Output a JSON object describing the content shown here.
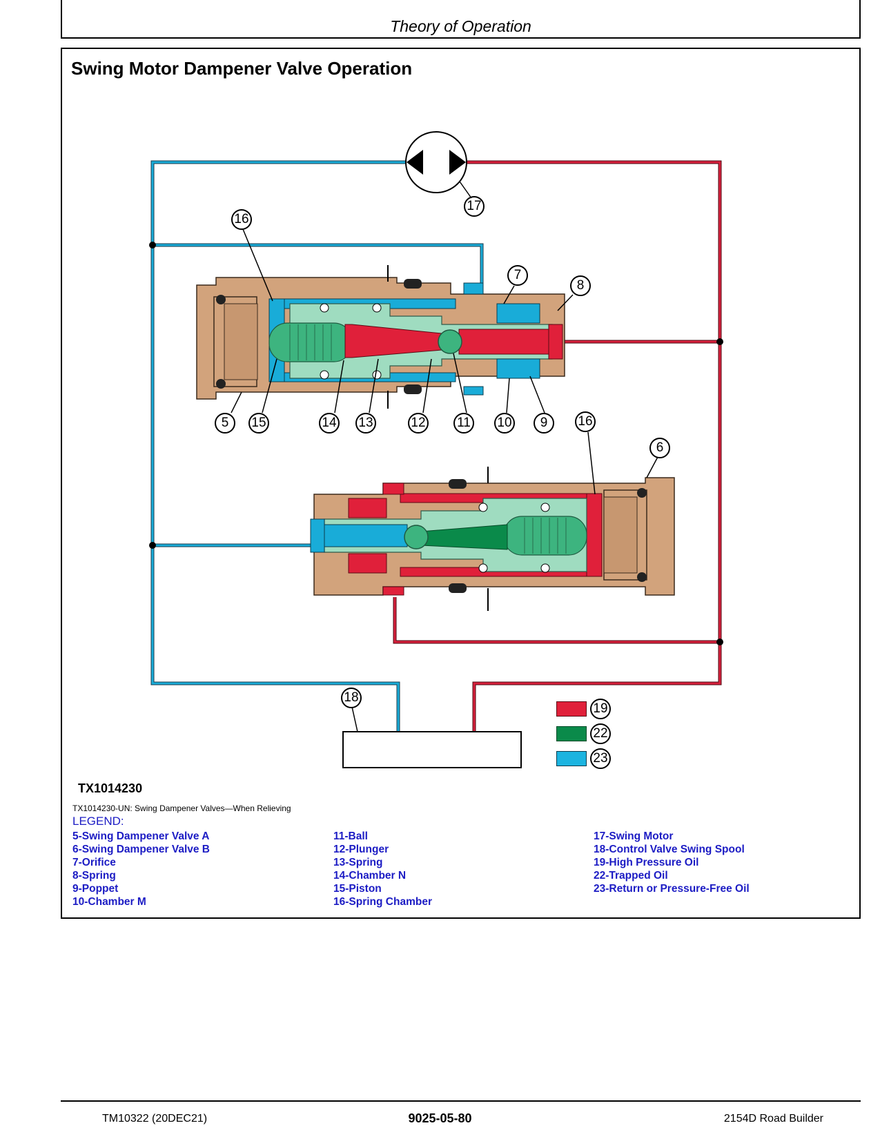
{
  "header": {
    "title": "Theory of Operation"
  },
  "section": {
    "title": "Swing Motor Dampener Valve Operation"
  },
  "diagram": {
    "callouts": [
      "16",
      "17",
      "7",
      "8",
      "5",
      "15",
      "14",
      "13",
      "12",
      "11",
      "10",
      "9",
      "16",
      "6",
      "18"
    ],
    "key": [
      {
        "number": "19",
        "color": "#e0203a"
      },
      {
        "number": "22",
        "color": "#0a8a4a"
      },
      {
        "number": "23",
        "color": "#1cb4e0"
      }
    ],
    "colors": {
      "pressure": "#d8203c",
      "trapped": "#0a8a4a",
      "return": "#19acd8",
      "body": "#d2a37c",
      "piston": "#9fdcc0"
    }
  },
  "figure": {
    "id": "TX1014230",
    "caption": "TX1014230-UN: Swing Dampener Valves—When Relieving"
  },
  "legend": {
    "heading": "LEGEND:",
    "columns": [
      [
        "5-Swing Dampener Valve A",
        "6-Swing Dampener Valve B",
        "7-Orifice",
        "8-Spring",
        "9-Poppet",
        "10-Chamber M"
      ],
      [
        "11-Ball",
        "12-Plunger",
        "13-Spring",
        "14-Chamber N",
        "15-Piston",
        "16-Spring Chamber"
      ],
      [
        "17-Swing Motor",
        "18-Control Valve Swing Spool",
        "19-High Pressure Oil",
        "22-Trapped Oil",
        "23-Return or Pressure-Free Oil"
      ]
    ]
  },
  "footer": {
    "left": "TM10322 (20DEC21)",
    "center": "9025-05-80",
    "right": "2154D Road Builder"
  }
}
